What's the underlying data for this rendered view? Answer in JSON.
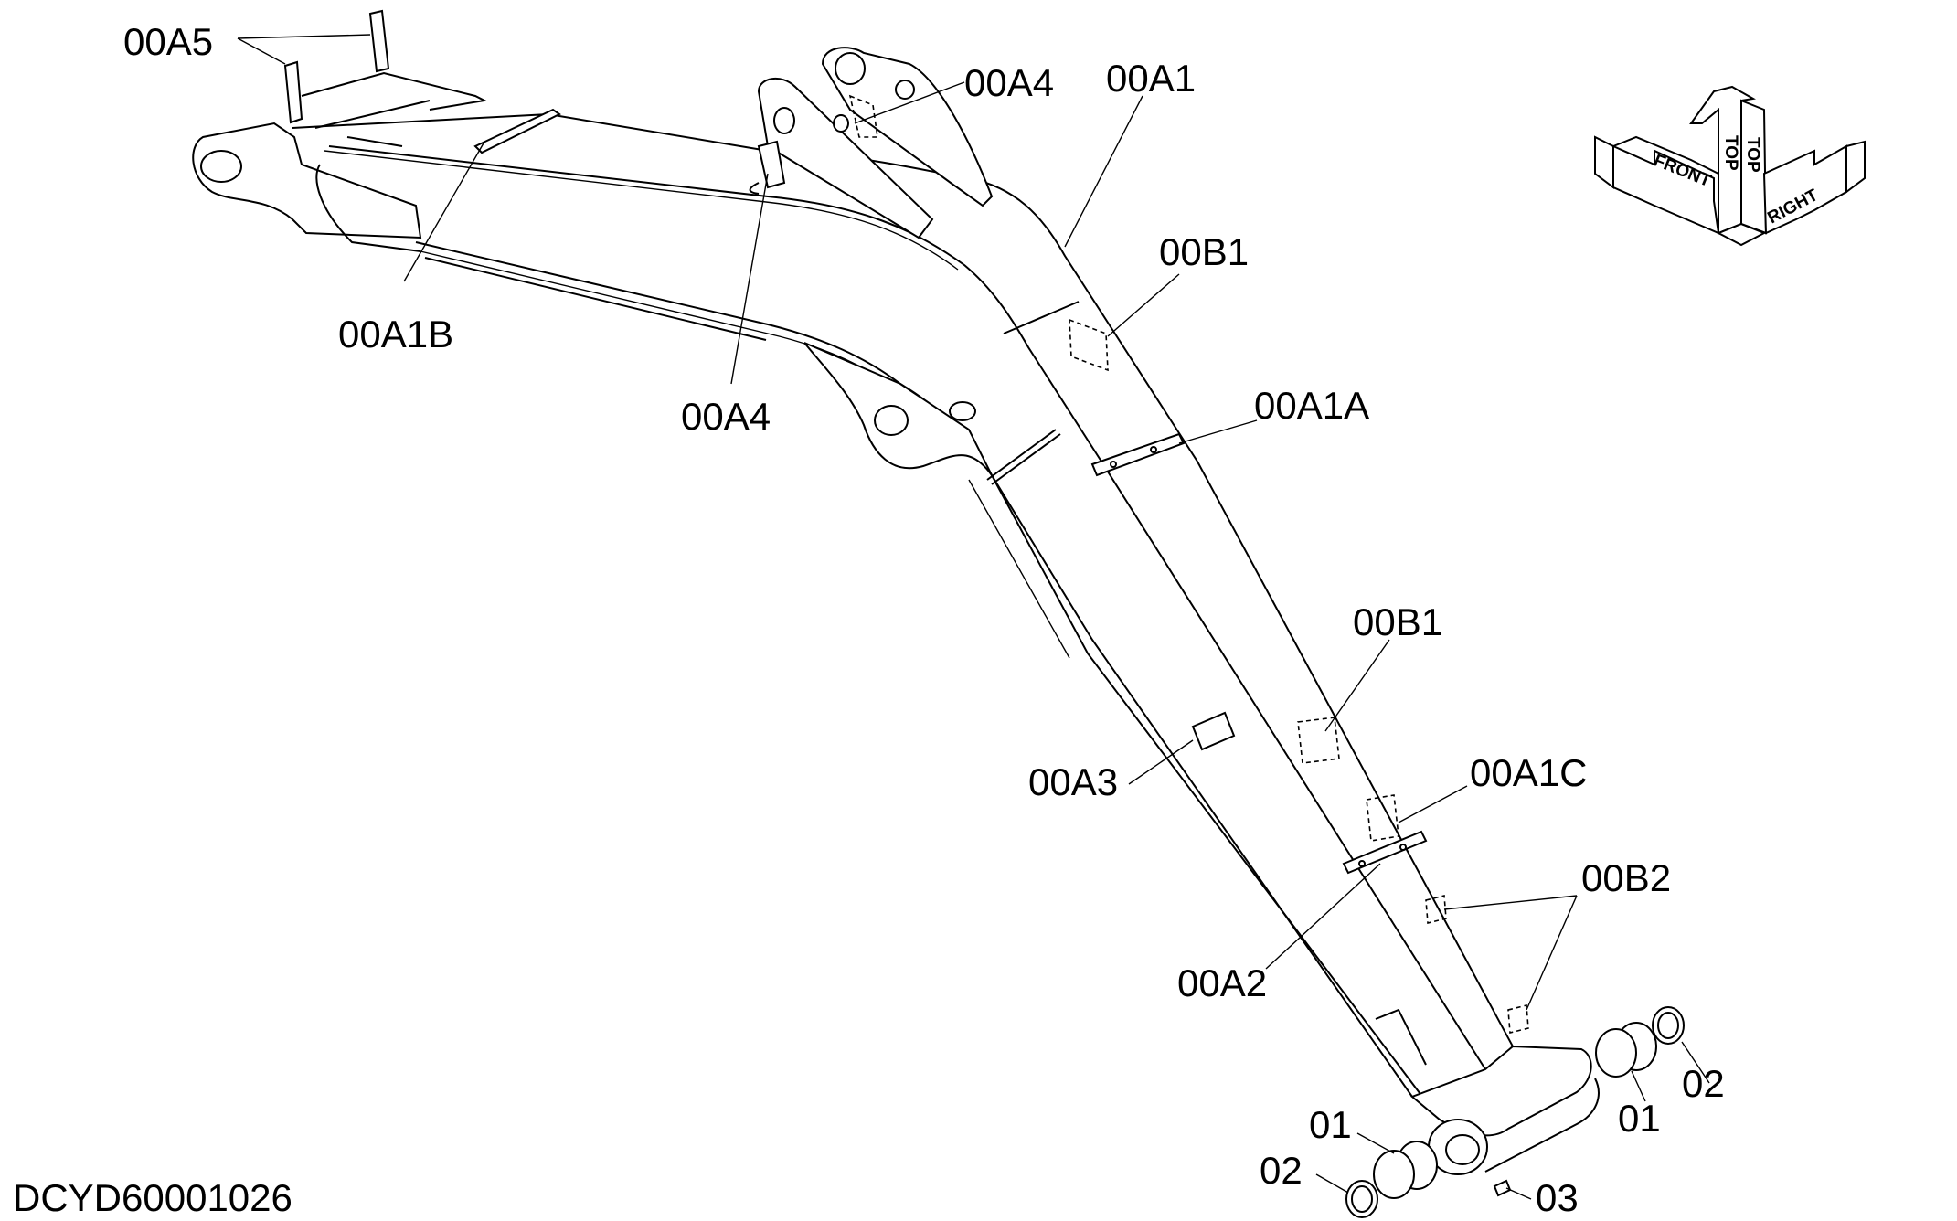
{
  "diagram": {
    "drawing_id": "DCYD60001026",
    "callouts": [
      {
        "id": "a5",
        "text": "00A5"
      },
      {
        "id": "a4-top",
        "text": "00A4"
      },
      {
        "id": "a1",
        "text": "00A1"
      },
      {
        "id": "a1b",
        "text": "00A1B"
      },
      {
        "id": "b1-top",
        "text": "00B1"
      },
      {
        "id": "a4-bottom",
        "text": "00A4"
      },
      {
        "id": "a1a",
        "text": "00A1A"
      },
      {
        "id": "b1-mid",
        "text": "00B1"
      },
      {
        "id": "a3",
        "text": "00A3"
      },
      {
        "id": "a1c",
        "text": "00A1C"
      },
      {
        "id": "b2",
        "text": "00B2"
      },
      {
        "id": "a2",
        "text": "00A2"
      },
      {
        "id": "01-left",
        "text": "01"
      },
      {
        "id": "01-right",
        "text": "01"
      },
      {
        "id": "02-left",
        "text": "02"
      },
      {
        "id": "02-right",
        "text": "02"
      },
      {
        "id": "03",
        "text": "03"
      }
    ]
  },
  "orientation_icon": {
    "front": "FRONT",
    "top_a": "TOP",
    "top_b": "TOP",
    "right": "RIGHT"
  }
}
